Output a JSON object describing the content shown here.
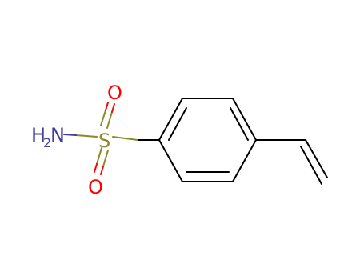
{
  "structure": {
    "atoms": {
      "amine_h": "H",
      "amine_h_count": "2",
      "amine_n": "N",
      "sulfur": "S",
      "oxygen_top": "O",
      "oxygen_bottom": "O"
    },
    "colors": {
      "bond": "#000000",
      "nitrogen": "#3f3f9a",
      "sulfur": "#8a8a2b",
      "oxygen": "#ff0000"
    }
  }
}
